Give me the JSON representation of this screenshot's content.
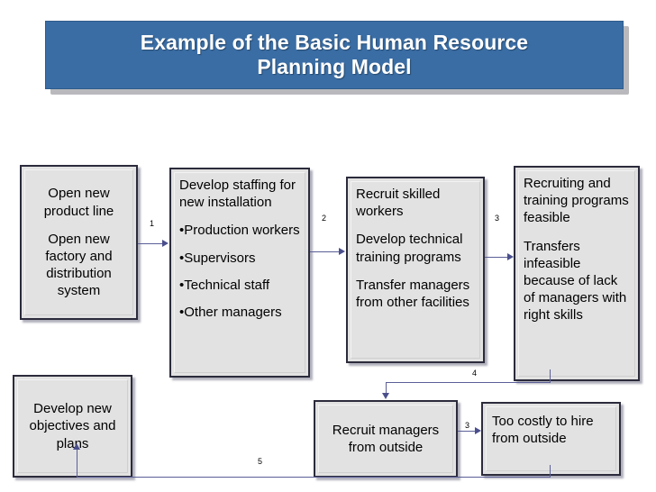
{
  "slide": {
    "title": "Example of the Basic Human Resource Planning Model",
    "title_line_1": "Example of the Basic Human Resource",
    "title_line_2": "Planning Model",
    "background_color": "#ffffff",
    "banner_color": "#3a6da4",
    "banner_text_color": "#ffffff",
    "box_fill_color": "#e2e2e2",
    "box_border_color": "#2b2b3c",
    "connector_color": "#5b5f96"
  },
  "boxes": {
    "open_new": {
      "name": "Open new product line / Open new factory and distribution system",
      "lines": [
        "Open new product line",
        "Open new factory and distribution system"
      ]
    },
    "staffing": {
      "heading": "Develop staffing for new installation",
      "bullets": [
        "•Production workers",
        "•Supervisors",
        "•Technical staff",
        "•Other managers"
      ]
    },
    "recruit_skilled": {
      "lines": [
        "Recruit skilled workers",
        "Develop technical training programs",
        "Transfer managers from other facilities"
      ]
    },
    "feasible": {
      "lines": [
        "Recruiting and training programs feasible",
        "Transfers infeasible because of lack of managers with right skills"
      ]
    },
    "objectives": {
      "text": "Develop new objectives and plans"
    },
    "recruit_managers": {
      "text": "Recruit managers from outside"
    },
    "too_costly": {
      "text": "Too costly to hire from outside"
    }
  },
  "connectors": {
    "label_1": "1",
    "label_2": "2",
    "label_3": "3",
    "label_4": "4",
    "label_3b": "3",
    "label_5": "5"
  }
}
